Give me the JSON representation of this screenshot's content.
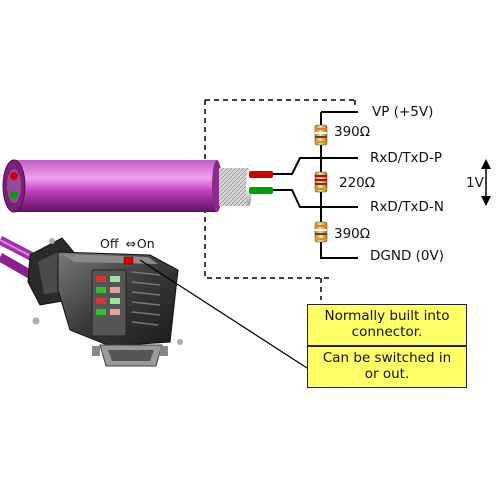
{
  "labels": {
    "vp": "VP (+5V)",
    "r_top": "390Ω",
    "rxd_p": "RxD/TxD-P",
    "r_mid": "220Ω",
    "voltage": "1V",
    "rxd_n": "RxD/TxD-N",
    "r_bottom": "390Ω",
    "dgnd": "DGND (0V)",
    "switch_off": "Off",
    "switch_arrow": "⇔",
    "switch_on": "On"
  },
  "notes": {
    "built_in": [
      "Normally built into",
      "connector."
    ],
    "switchable": [
      "Can be switched in",
      "or out."
    ]
  },
  "colors": {
    "cable": "#b030b0",
    "note_fill": "#ffff66",
    "wire_red": "#d40000",
    "wire_green": "#00a000",
    "resistor_body": "#e8c890"
  }
}
